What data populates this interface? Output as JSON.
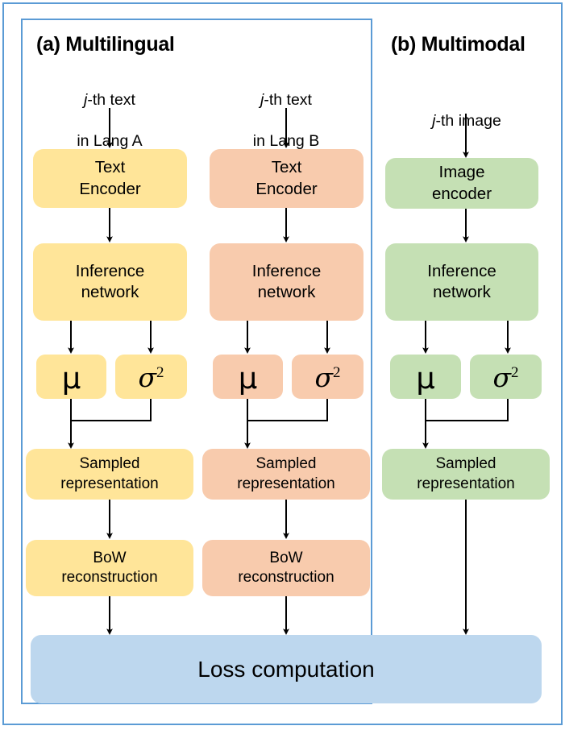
{
  "figure": {
    "type": "diagram",
    "description": "Two-panel model architecture diagram comparing multilingual and multimodal variational pipelines",
    "outer_border_color": "#5B9BD5",
    "panel_border_color": "#5B9BD5"
  },
  "panels": [
    {
      "id": "a",
      "title": "(a) Multilingual",
      "color_legend": [
        "#FFE599",
        "#F8CBAD"
      ]
    },
    {
      "id": "b",
      "title": "(b) Multimodal",
      "color_legend": [
        "#C5E0B4"
      ]
    }
  ],
  "inputs": {
    "lang_a": {
      "line1_italic": "j",
      "line1_rest": "-th text",
      "line2": "in Lang A"
    },
    "lang_b": {
      "line1_italic": "j",
      "line1_rest": "-th text",
      "line2": "in Lang B"
    },
    "image": {
      "line1_italic": "j",
      "line1_rest": "-th image"
    }
  },
  "columns": {
    "lang_a": {
      "color": "#FFE599",
      "encoder": "Text\nEncoder",
      "inference": "Inference\nnetwork",
      "mu": "μ",
      "sigma": "σ",
      "sigma_exp": "2",
      "sampled": "Sampled\nrepresentation",
      "recon": "BoW\nreconstruction"
    },
    "lang_b": {
      "color": "#F8CBAD",
      "encoder": "Text\nEncoder",
      "inference": "Inference\nnetwork",
      "mu": "μ",
      "sigma": "σ",
      "sigma_exp": "2",
      "sampled": "Sampled\nrepresentation",
      "recon": "BoW\nreconstruction"
    },
    "image": {
      "color": "#C5E0B4",
      "encoder": "Image\nencoder",
      "inference": "Inference\nnetwork",
      "mu": "μ",
      "sigma": "σ",
      "sigma_exp": "2",
      "sampled": "Sampled\nrepresentation"
    }
  },
  "loss": {
    "label": "Loss computation",
    "color": "#BDD7EE"
  }
}
